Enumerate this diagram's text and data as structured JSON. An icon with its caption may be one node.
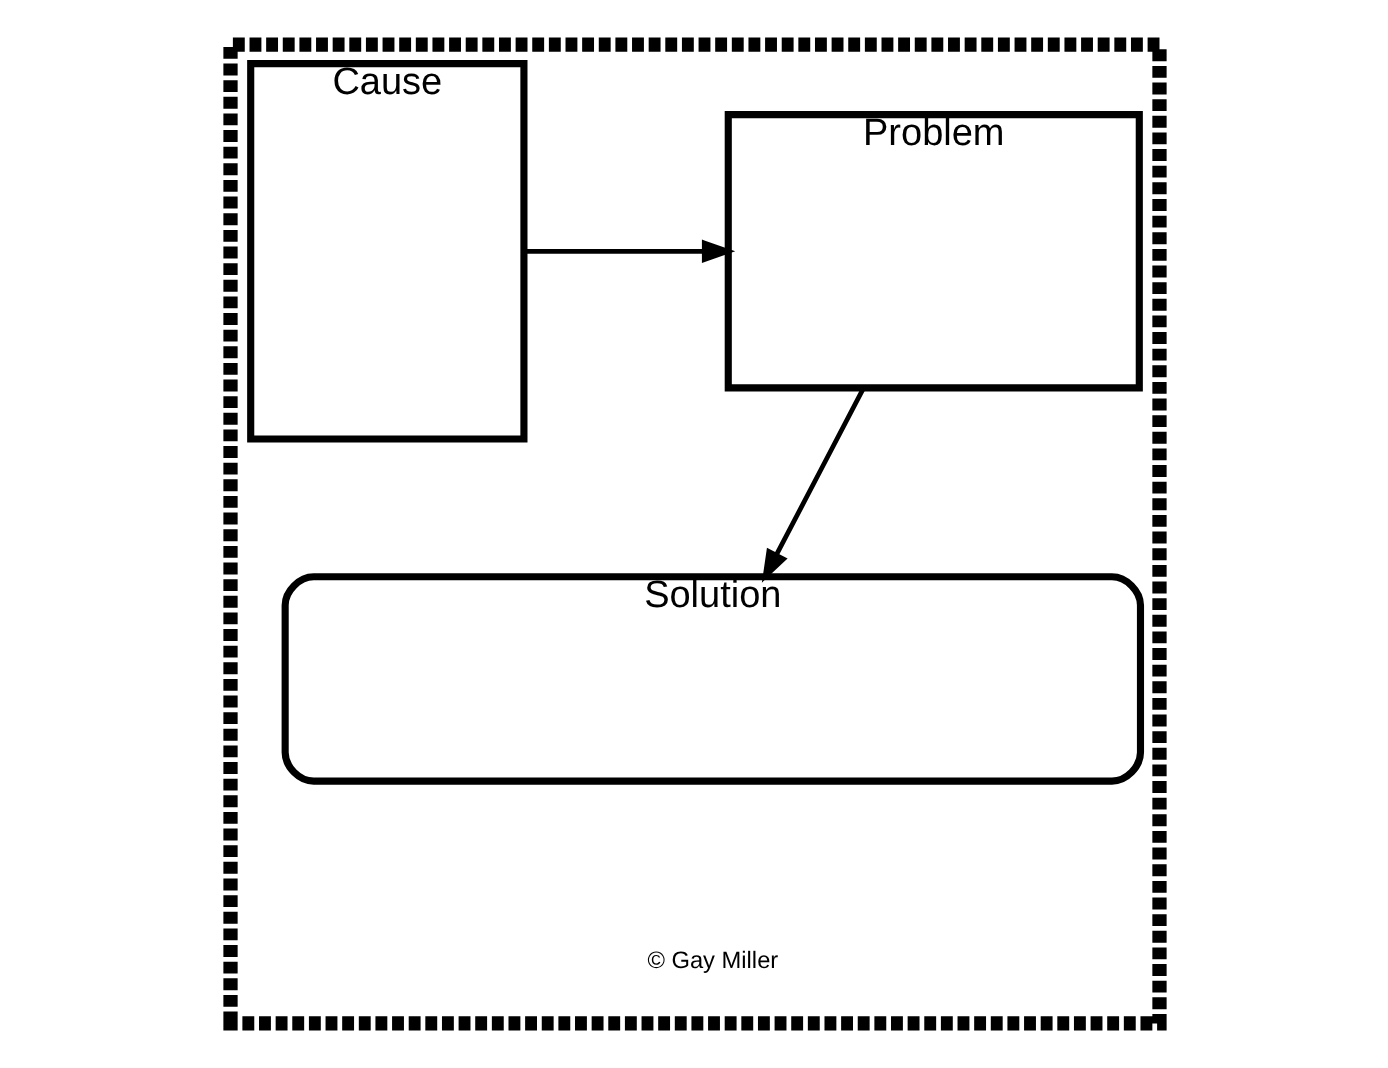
{
  "diagram": {
    "nodes": [
      {
        "text": [],
        "shape": "box"
      },
      {
        "text": [
          "Cause"
        ],
        "in": 0
      },
      {
        "text": [
          "Problem"
        ],
        "in": 0
      },
      {
        "text": [
          "Solution"
        ],
        "in": 0
      }
    ],
    "edges": [
      {
        "from": 1,
        "to": 2,
        "arrow": "to"
      },
      {
        "from": 2,
        "to": 3,
        "arrow": "to"
      }
    ],
    "labels": [
      "© Gay Miller"
    ]
  }
}
